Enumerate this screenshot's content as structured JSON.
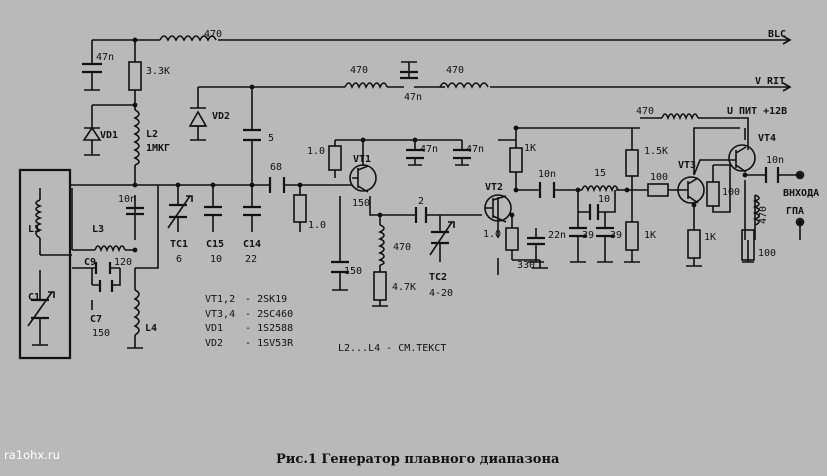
{
  "labels": {
    "l_470_top": "470",
    "l_blc": "BLC",
    "c_47n_a": "47n",
    "r_33k": "3.3K",
    "l_470_b": "470",
    "c_47n_b": "47n",
    "l_470_c": "470",
    "v_rit": "V RIT",
    "v_pit": "U ПИТ +12В",
    "vd1": "VD1",
    "vd2": "VD2",
    "l2": "L2",
    "l2_val": "1МКГ",
    "c_5": "5",
    "c_68": "68",
    "r_10a": "1.0",
    "vt1": "VT1",
    "c_47n_c": "47n",
    "c_47n_d": "47n",
    "r_1k_a": "1K",
    "l_470_d": "470",
    "r_15k": "1.5K",
    "vt4": "VT4",
    "c_10n_a": "10n",
    "c_10n_b": "10n",
    "c_150_a": "150",
    "c_2": "2",
    "vt2": "VT2",
    "c_10n_c": "10n",
    "l_15": "15",
    "c_10": "10",
    "r_100_a": "100",
    "vt3": "VT3",
    "r_100_b": "100",
    "vyhod": "ВНХОДА",
    "gpa": "ГПА",
    "l_470_out": "470",
    "l1": "L1",
    "l3": "L3",
    "c9": "C9",
    "c_120": "120",
    "tc1": "TC1",
    "tc1_val": "6",
    "c15": "C15",
    "c15_val": "10",
    "c14": "C14",
    "c14_val": "22",
    "r_10b": "1.0",
    "l_470_e": "470",
    "tc2": "TC2",
    "tc2_val": "4-20",
    "r_10c": "1.0",
    "c_22n": "22n",
    "r_330": "330",
    "c_39a": "39",
    "c_39b": "39",
    "r_1k_b": "1K",
    "r_1k_c": "1K",
    "r_100_c": "100",
    "c1": "C1",
    "c7": "C7",
    "c7_val": "150",
    "l4": "L4",
    "c_150_b": "150",
    "r_47k": "4.7K"
  },
  "legend": [
    {
      "name": "VT1,2",
      "value": "- 2SK19"
    },
    {
      "name": "VT3,4",
      "value": "- 2SC460"
    },
    {
      "name": "VD1",
      "value": "- 1S2588"
    },
    {
      "name": "VD2",
      "value": "- 1SV53R"
    }
  ],
  "note": "L2...L4 - СМ.ТЕКСТ",
  "caption": "Рис.1  Генератор плавного диапазона",
  "watermark": "ra1ohx.ru"
}
